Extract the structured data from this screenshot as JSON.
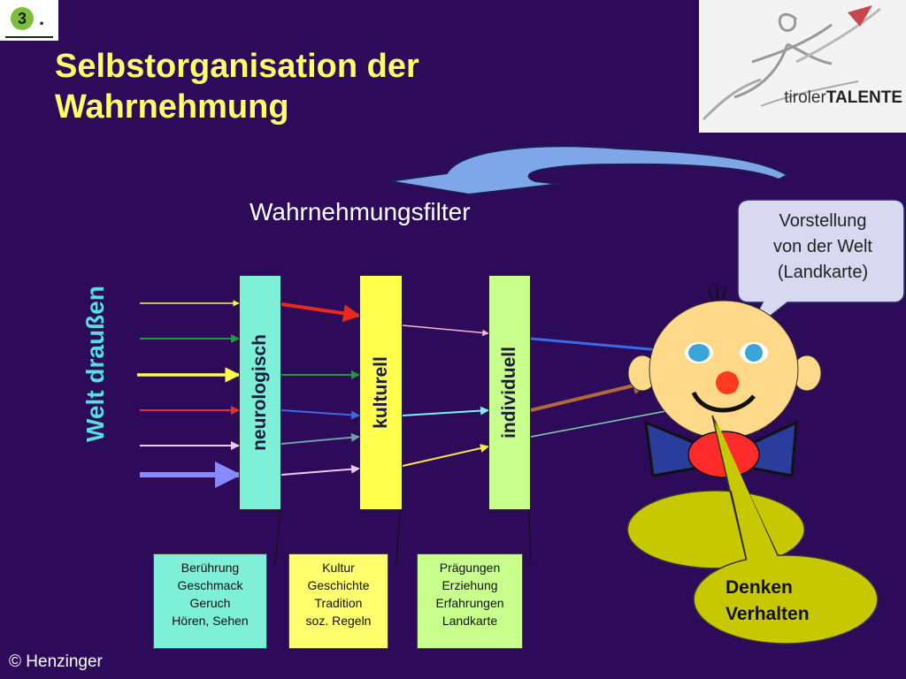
{
  "slide_number": "3",
  "slide_number_suffix": ".",
  "title": {
    "line1": "Selbstorganisation der",
    "line2": "Wahrnehmung"
  },
  "logo": {
    "brand_prefix": "tiroler",
    "brand_suffix": "TALENTE"
  },
  "filter_title": "Wahrnehmungsfilter",
  "world_label": "Welt draußen",
  "filters": [
    {
      "label": "neurologisch",
      "color": "#7ff0d8",
      "info": [
        "Berührung",
        "Geschmack",
        "Geruch",
        "Hören, Sehen"
      ],
      "info_color": "#7ff0d8"
    },
    {
      "label": "kulturell",
      "color": "#ffff4d",
      "info": [
        "Kultur",
        "Geschichte",
        "Tradition",
        "soz. Regeln"
      ],
      "info_color": "#ffff6e"
    },
    {
      "label": "individuell",
      "color": "#c8ff8c",
      "info": [
        "Prägungen",
        "Erziehung",
        "Erfahrungen",
        "Landkarte"
      ],
      "info_color": "#c8ff8c"
    }
  ],
  "speech_bubble": [
    "Vorstellung",
    "von der Welt",
    "(Landkarte)"
  ],
  "denken_bubble": [
    "Denken",
    "Verhalten"
  ],
  "copyright": "© Henzinger",
  "colors": {
    "background": "#2e0a5a",
    "title": "#ffff66",
    "world_label": "#55e0e0",
    "top_arrow": "#7fa6e8",
    "face": "#ffd98a",
    "nose": "#ff3b1f",
    "eyes": "#3aa6d8",
    "bow_wings": "#2a3c9c",
    "bow_knot": "#ff2a2a",
    "denken_bubble": "#c8c800",
    "speech_bubble": "#d8d8f0"
  }
}
